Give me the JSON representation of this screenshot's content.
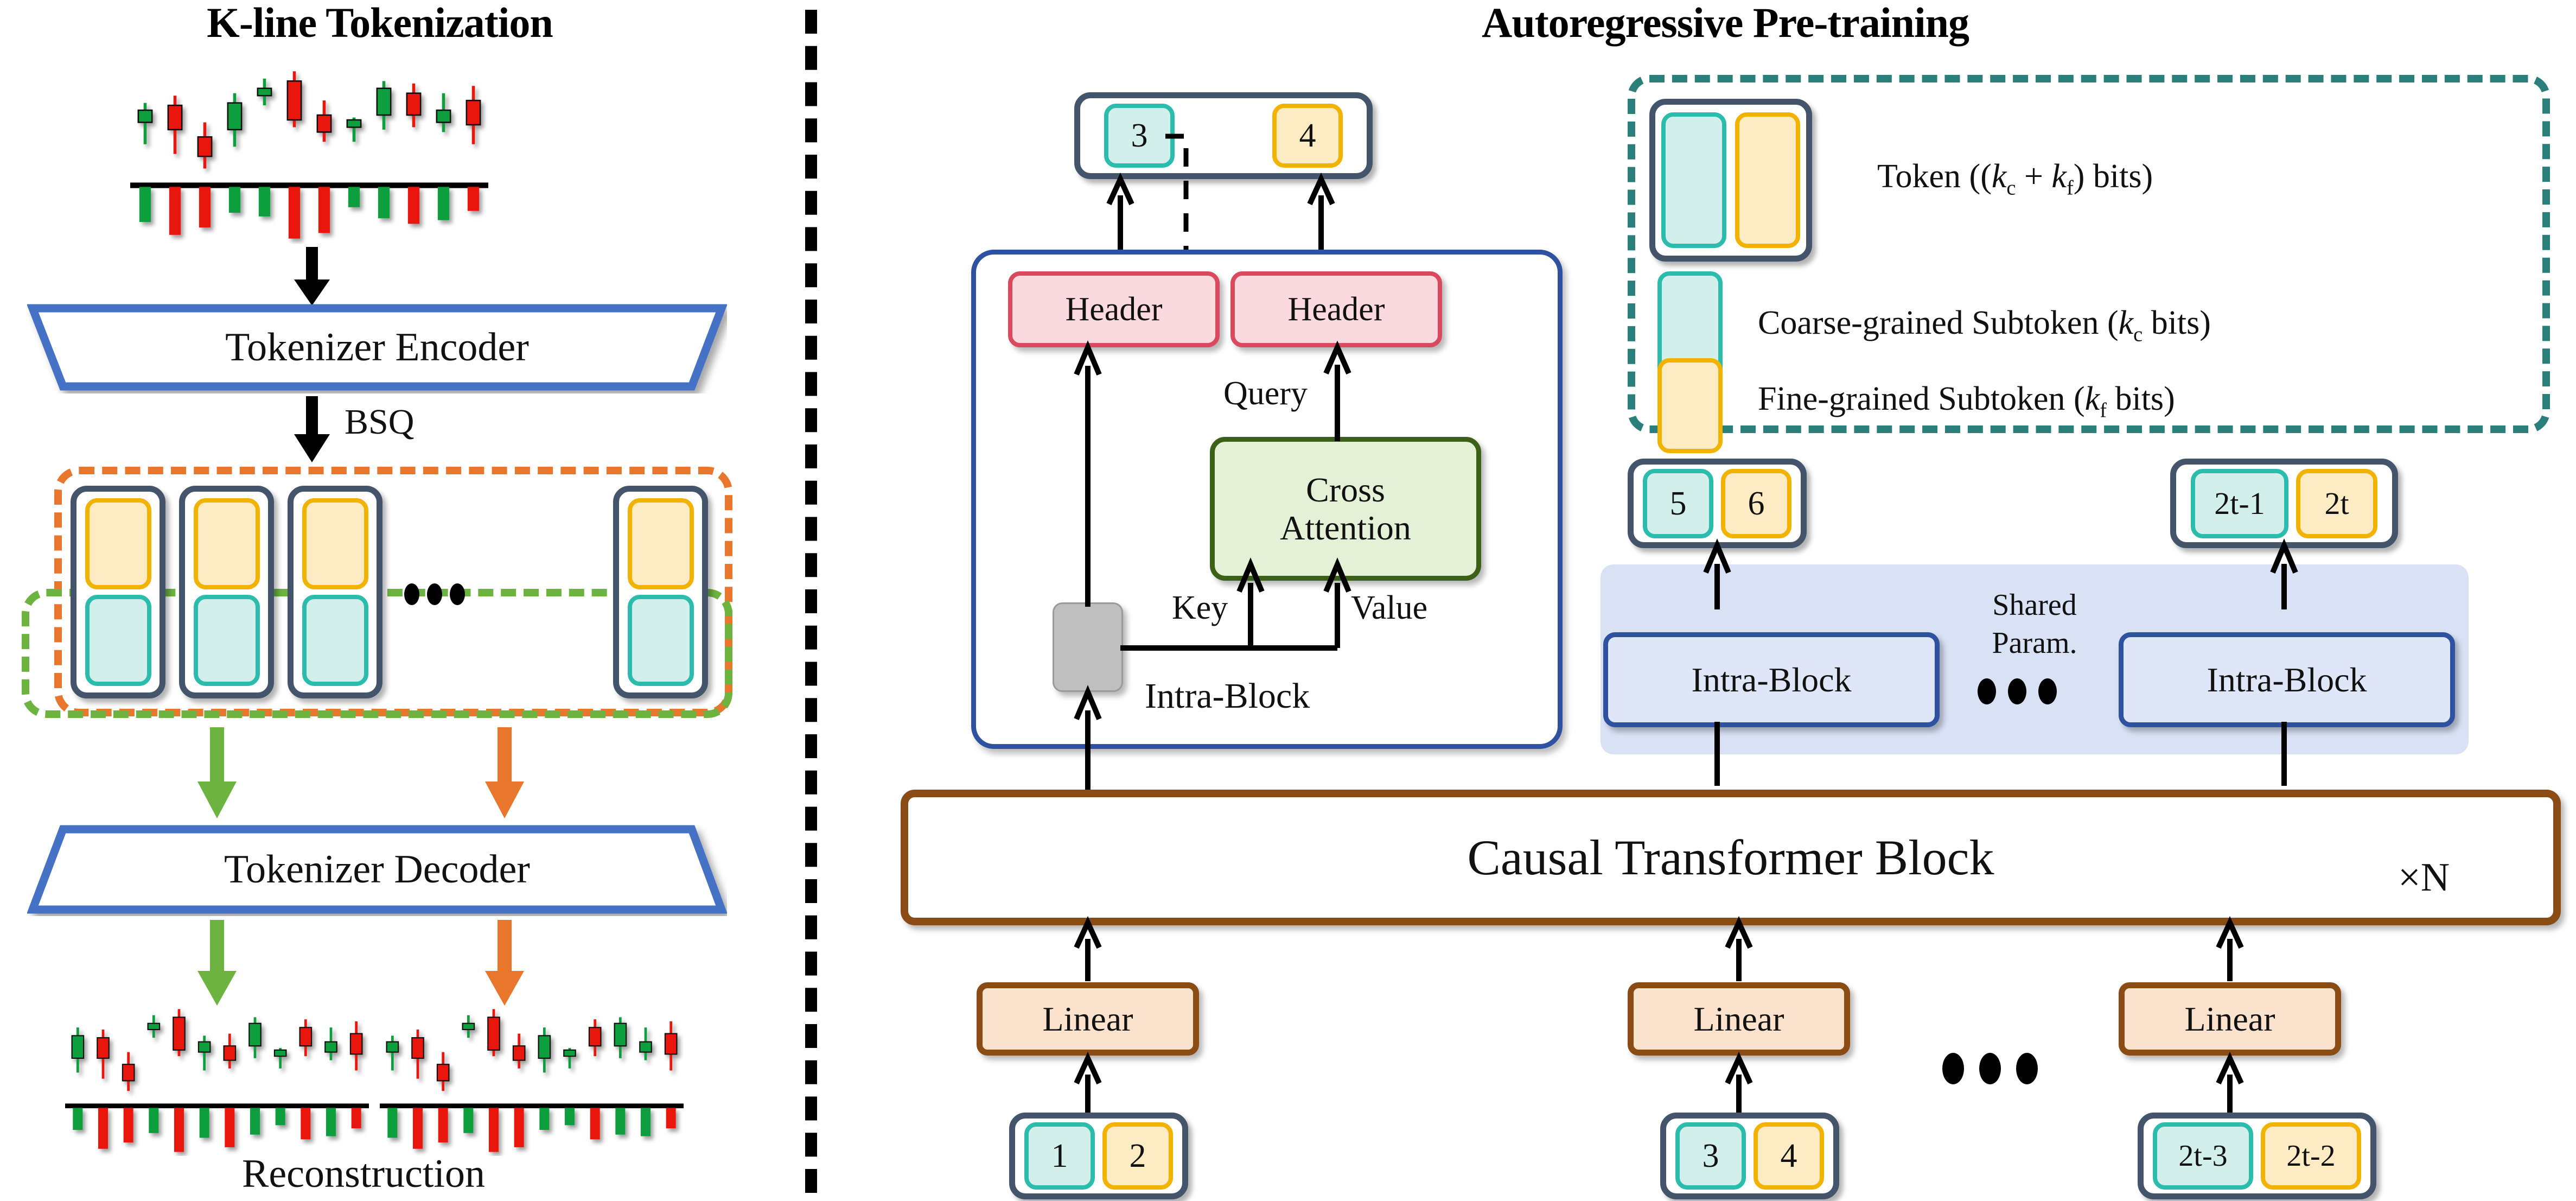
{
  "titles": {
    "left": "K-line Tokenization",
    "right": "Autoregressive Pre-training"
  },
  "left_panel": {
    "encoder_label": "Tokenizer Encoder",
    "decoder_label": "Tokenizer Decoder",
    "quantizer_label": "BSQ",
    "reconstruction_label": "Reconstruction",
    "ellipsis": "• • •",
    "token_stack_count": 4
  },
  "right_panel": {
    "output_token": {
      "coarse": "3",
      "fine": "4"
    },
    "intra_block": {
      "header_left": "Header",
      "header_right": "Header",
      "cross_attention_line1": "Cross",
      "cross_attention_line2": "Attention",
      "query_label": "Query",
      "key_label": "Key",
      "value_label": "Value",
      "caption": "Intra-Block"
    },
    "shared_row": {
      "token_mid": {
        "coarse": "5",
        "fine": "6"
      },
      "token_last": {
        "coarse": "2t-1",
        "fine": "2t"
      },
      "block_left_label": "Intra-Block",
      "block_right_label": "Intra-Block",
      "shared_line1": "Shared",
      "shared_line2": "Param.",
      "ellipsis": "• • •"
    },
    "transformer": {
      "label": "Causal Transformer Block",
      "repeat": "×N"
    },
    "input_row": {
      "linear_label": "Linear",
      "tokens": [
        {
          "coarse": "1",
          "fine": "2"
        },
        {
          "coarse": "3",
          "fine": "4"
        },
        {
          "coarse": "2t-3",
          "fine": "2t-2"
        }
      ],
      "ellipsis": "• • •"
    },
    "legend": {
      "items": [
        {
          "swatch": "token-pair",
          "label_plain": "Token ((k_c + k_f) bits)"
        },
        {
          "swatch": "coarse",
          "label_plain": "Coarse-grained Subtoken (k_c bits)"
        },
        {
          "swatch": "fine",
          "label_plain": "Fine-grained Subtoken (k_f bits)"
        }
      ]
    }
  },
  "colors": {
    "coarse_fill": "#d3efec",
    "coarse_border": "#2cbcad",
    "fine_fill": "#fdebc4",
    "fine_border": "#f2b300",
    "token_border": "#44546a",
    "header_fill": "#fbdadf",
    "header_border": "#d94a5e",
    "cross_fill": "#e4f1d6",
    "cross_border": "#3b6018",
    "intra_fill": "#dfe6f7",
    "intra_border": "#2f52a0",
    "linear_fill": "#fbe2cd",
    "linear_border": "#8a4b14",
    "dash_orange": "#e8762c",
    "dash_green": "#6cb33f",
    "dash_teal": "#2a7f7a",
    "trapezoid_border": "#4472c4",
    "candle_up": "#0a9e3c",
    "candle_down": "#e8170f"
  },
  "chart_data": {
    "type": "candlestick",
    "title": "K-line input series",
    "series": [
      {
        "o": 56,
        "h": 72,
        "l": 38,
        "c": 66,
        "dir": "up",
        "vol": 38
      },
      {
        "o": 70,
        "h": 78,
        "l": 30,
        "c": 50,
        "dir": "down",
        "vol": 52
      },
      {
        "o": 44,
        "h": 56,
        "l": 18,
        "c": 28,
        "dir": "down",
        "vol": 44
      },
      {
        "o": 50,
        "h": 80,
        "l": 36,
        "c": 72,
        "dir": "up",
        "vol": 28
      },
      {
        "o": 78,
        "h": 92,
        "l": 70,
        "c": 84,
        "dir": "up",
        "vol": 32
      },
      {
        "o": 90,
        "h": 98,
        "l": 52,
        "c": 58,
        "dir": "down",
        "vol": 56
      },
      {
        "o": 62,
        "h": 74,
        "l": 40,
        "c": 48,
        "dir": "down",
        "vol": 50
      },
      {
        "o": 52,
        "h": 60,
        "l": 40,
        "c": 58,
        "dir": "up",
        "vol": 22
      },
      {
        "o": 62,
        "h": 90,
        "l": 50,
        "c": 84,
        "dir": "up",
        "vol": 34
      },
      {
        "o": 80,
        "h": 88,
        "l": 52,
        "c": 62,
        "dir": "down",
        "vol": 40
      },
      {
        "o": 66,
        "h": 80,
        "l": 48,
        "c": 56,
        "dir": "up",
        "vol": 36
      },
      {
        "o": 74,
        "h": 86,
        "l": 38,
        "c": 54,
        "dir": "down",
        "vol": 26
      }
    ],
    "axis": "zero-line",
    "volume_panel": true
  }
}
